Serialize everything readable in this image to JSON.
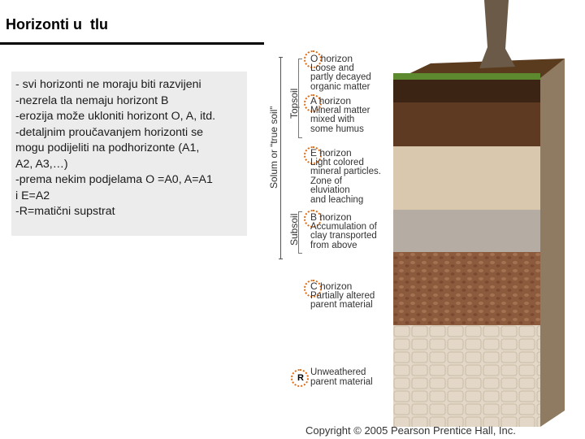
{
  "title": "Horizonti u  tlu",
  "notes": {
    "lines": [
      "- svi horizonti ne moraju biti razvijeni",
      "-nezrela tla nemaju horizont B",
      "-erozija može ukloniti horizont O, A, itd.",
      "-detaljnim proučavanjem horizonti se",
      "mogu podijeliti na podhorizonte (A1,",
      "A2, A3,…)",
      "-prema nekim podjelama O =A0, A=A1",
      "i E=A2",
      "-R=matični supstrat"
    ]
  },
  "figure": {
    "solum_label": "Solum or “true soil”",
    "topsoil_label": "Topsoil",
    "subsoil_label": "Subsoil",
    "horizons": [
      {
        "head": "O horizon",
        "desc": [
          "Loose and",
          "partly decayed",
          "organic matter"
        ]
      },
      {
        "head": "A horizon",
        "desc": [
          "Mineral matter",
          "mixed with",
          "some humus"
        ]
      },
      {
        "head": "E horizon",
        "desc": [
          "Light colored",
          "mineral particles.",
          "Zone of",
          "eluviation",
          "and leaching"
        ]
      },
      {
        "head": "B horizon",
        "desc": [
          "Accumulation of",
          "clay transported",
          "from above"
        ]
      },
      {
        "head": "C horizon",
        "desc": [
          "Partially altered",
          "parent material"
        ]
      },
      {
        "head": "R",
        "desc": [
          "Unweathered",
          "parent material"
        ]
      }
    ],
    "copyright": "Copyright © 2005 Pearson Prentice Hall, Inc.",
    "colors": {
      "highlight_circle": "#e06a10",
      "o_horizon": "#3b2414",
      "a_horizon": "#5e3a22",
      "e_horizon": "#d9c8ae",
      "b_horizon": "#b5aca4",
      "c_horizon": "#8c5a3c",
      "r_horizon": "#e3d8c8"
    }
  }
}
